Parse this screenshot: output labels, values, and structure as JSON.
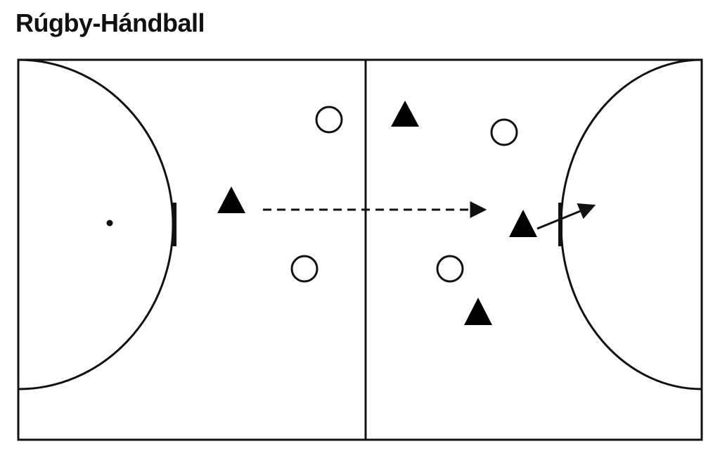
{
  "title": "Rúgby-Hándball",
  "colors": {
    "line": "#111111",
    "background": "#ffffff",
    "attacker_fill": "#000000",
    "defender_fill": "#ffffff"
  },
  "legend": {
    "attacker": "triangle-marker",
    "defender": "circle-marker",
    "pass": "dashed-arrow",
    "run": "solid-arrow"
  }
}
